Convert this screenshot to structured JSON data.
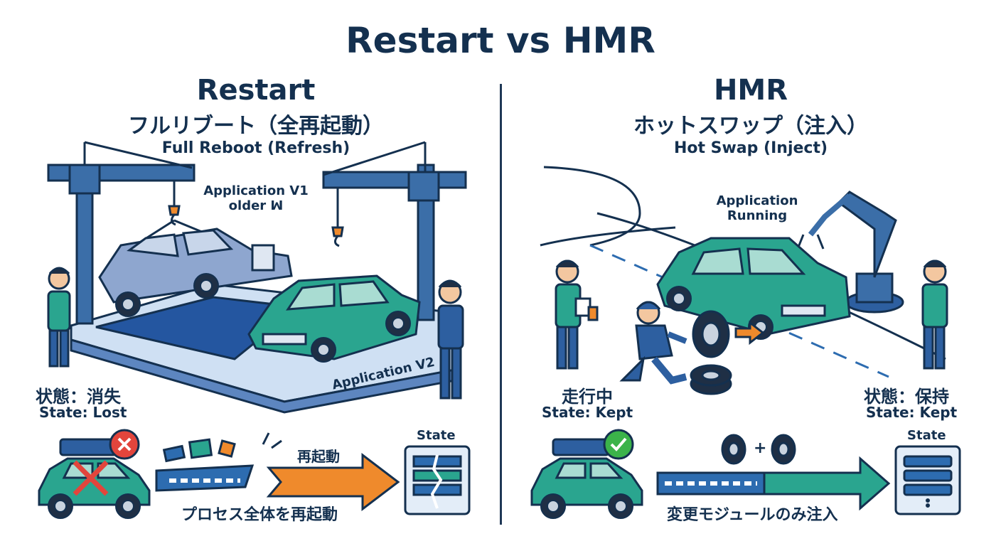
{
  "title": "Restart vs HMR",
  "left": {
    "heading": "Restart",
    "heading_jp": "フルリブート（全再起動）",
    "heading_en": "Full Reboot (Refresh)",
    "old_app_label_1": "Application V1",
    "old_app_label_2": "older ꟽ",
    "new_app_label": "Application V2",
    "state_jp": "状態：消失",
    "state_en": "State: Lost",
    "action_label": "再起動",
    "bottom_caption": "プロセス全体を再起動",
    "state_box_label": "State"
  },
  "right": {
    "heading": "HMR",
    "heading_jp": "ホットスワップ（注入）",
    "heading_en": "Hot Swap (Inject)",
    "running_label_1": "Application",
    "running_label_2": "Running",
    "status_jp": "走行中",
    "status_en": "State: Kept",
    "state_jp": "状態：保持",
    "state_en": "State: Kept",
    "plus": "+",
    "bottom_caption": "変更モジュールのみ注入",
    "state_box_label": "State"
  },
  "colors": {
    "navy": "#14304f",
    "teal": "#2aa58f",
    "blue": "#2d6cb0",
    "orange": "#ef8a2c",
    "red": "#e2453c",
    "green": "#3bb34a",
    "old_car": "#8ea6cf"
  }
}
